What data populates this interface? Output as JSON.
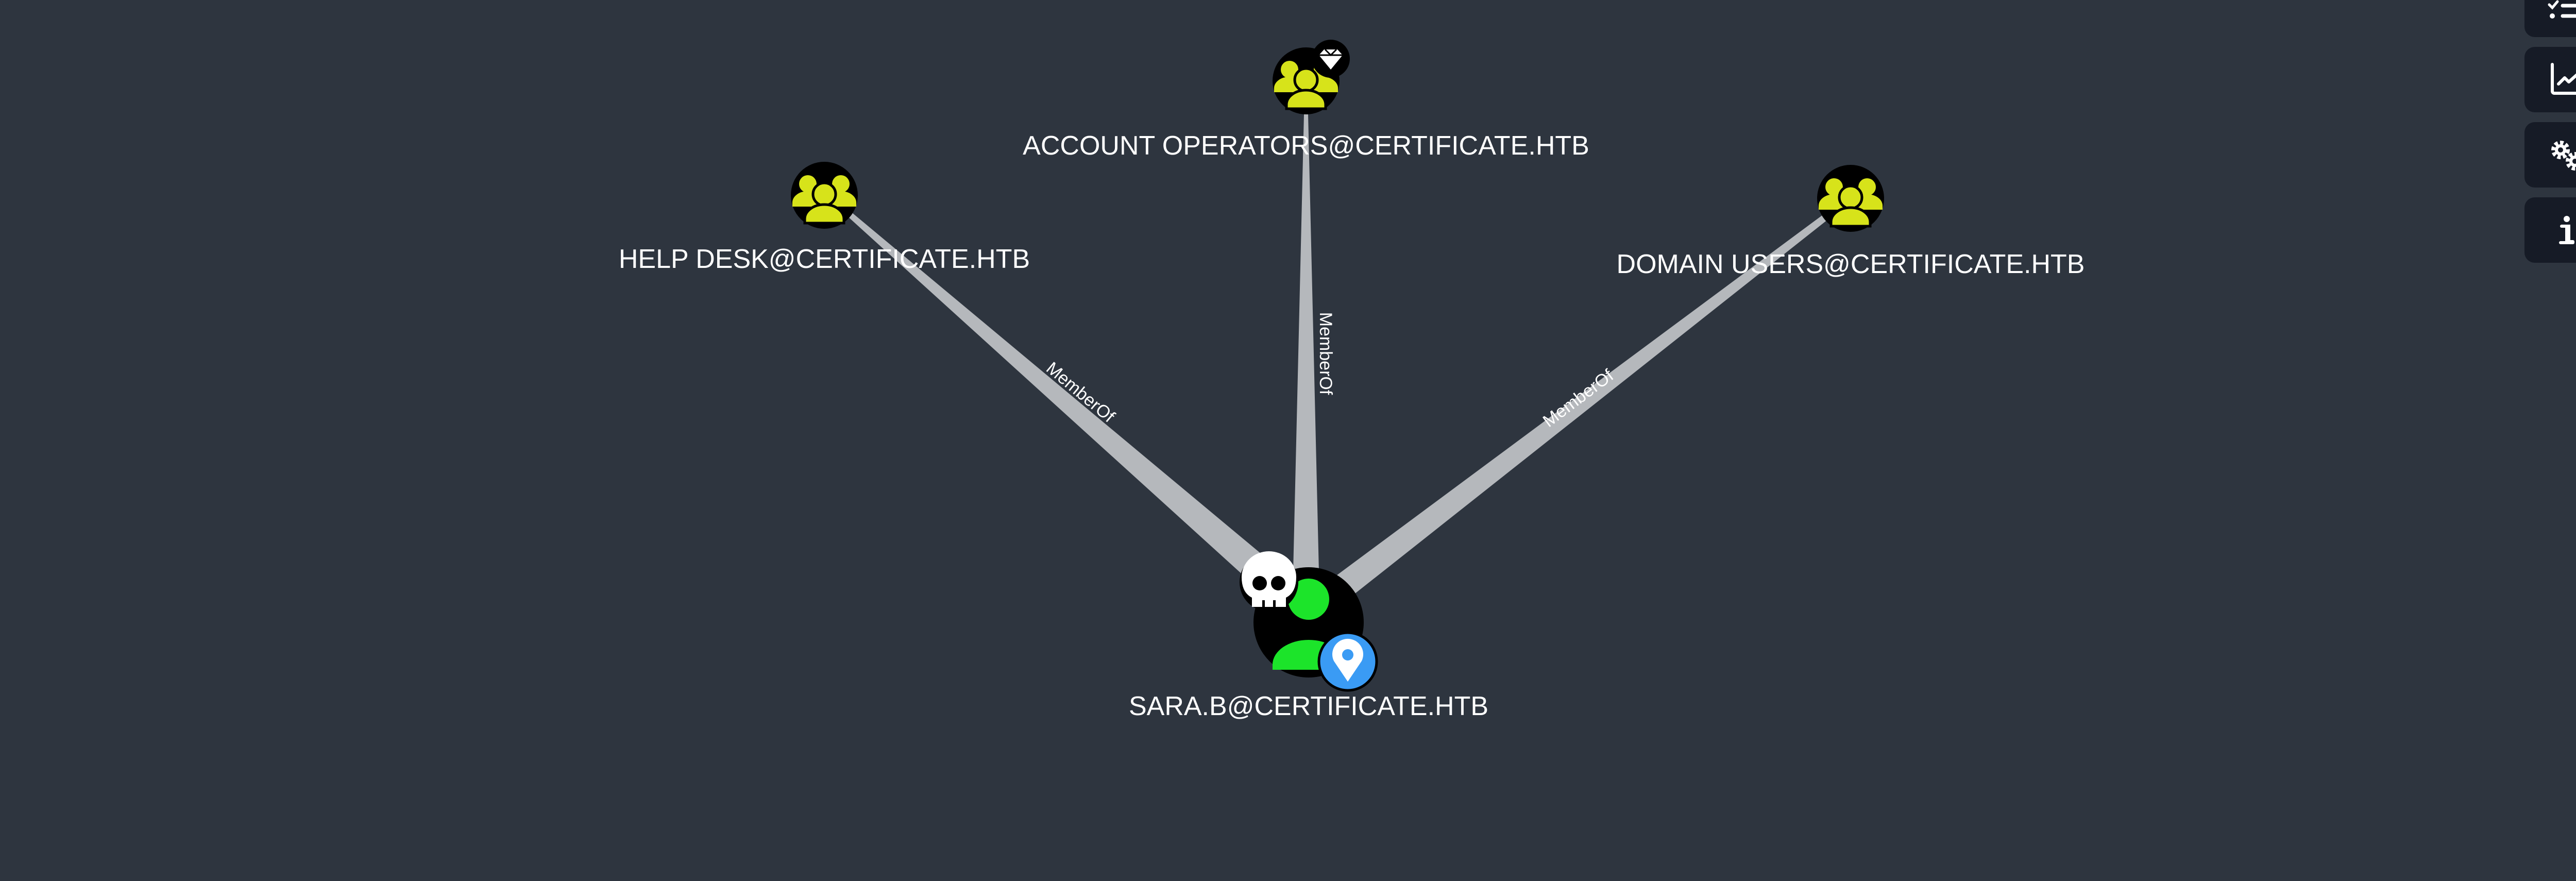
{
  "graph": {
    "nodes": {
      "account_operators": {
        "label": "ACCOUNT OPERATORS@CERTIFICATE.HTB",
        "type": "group",
        "badge": "diamond-icon"
      },
      "help_desk": {
        "label": "HELP DESK@CERTIFICATE.HTB",
        "type": "group"
      },
      "domain_users": {
        "label": "DOMAIN USERS@CERTIFICATE.HTB",
        "type": "group"
      },
      "sara_b": {
        "label": "SARA.B@CERTIFICATE.HTB",
        "type": "user",
        "badges": [
          "skull-icon",
          "map-pin-icon"
        ]
      }
    },
    "edges": [
      {
        "from": "sara_b",
        "to": "help_desk",
        "label": "MemberOf"
      },
      {
        "from": "sara_b",
        "to": "account_operators",
        "label": "MemberOf"
      },
      {
        "from": "sara_b",
        "to": "domain_users",
        "label": "MemberOf"
      }
    ]
  },
  "toolbar": {
    "buttons": [
      "checklist-icon",
      "chart-icon",
      "gears-icon",
      "info-icon"
    ]
  },
  "colors": {
    "background": "#2e353f",
    "group_icon": "#d7e31a",
    "user_icon": "#1ce42a",
    "edge": "#b5b8bc",
    "pin_badge": "#3a9bf4",
    "toolbar_button": "#161b26"
  }
}
